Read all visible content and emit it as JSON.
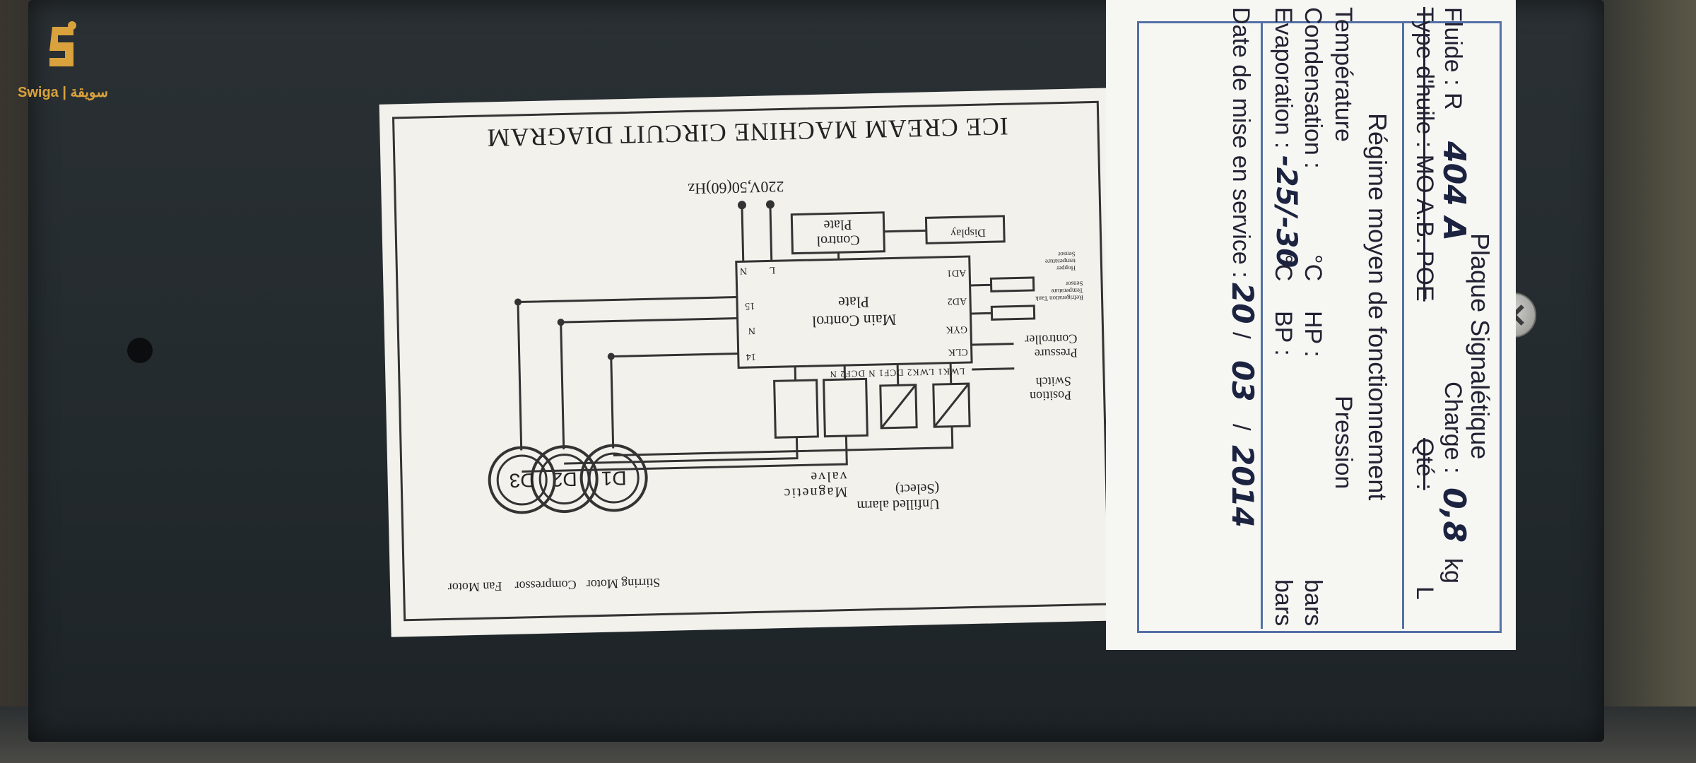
{
  "watermark": {
    "brand": "Swiga | سويقة",
    "color": "#d9a23c"
  },
  "diagram": {
    "title": "ICE CREAM MACHINE CIRCUIT DIAGRAM",
    "power": "220V,50(60)Hz",
    "display": "Display",
    "control_plate": "Control Plate",
    "main_control_plate": "Main Control Plate",
    "pins": {
      "ad1": "AD1",
      "ad2": "AD2",
      "gyk": "GYK",
      "clk": "CLK",
      "n15": "15",
      "n14": "14",
      "l": "L",
      "n": "N",
      "nn": "N"
    },
    "relay_labels": "LWK1   LWK2   DCF1  N   DCF2  N",
    "sensor_hopper": "Hopper temperature Sensor",
    "sensor_tank": "Refrigeration Tank Temperature Sensor",
    "pressure_controller": "Pressure Controller",
    "position_switch": "Position Switch",
    "magnetic_valve": "Magnetic valve",
    "unfilled_alarm": "Unfilled alarm (Select)",
    "motors": [
      {
        "id": "D1",
        "label": "Stirring Motor"
      },
      {
        "id": "D2",
        "label": "Compressor"
      },
      {
        "id": "D3",
        "label": "Fan Motor"
      }
    ]
  },
  "plaque": {
    "title": "Plaque Signalétique",
    "fluide_label": "Fluide : R",
    "fluide_value": "404 A",
    "charge_label": "Charge :",
    "charge_value": "0,8",
    "charge_unit": "kg",
    "huile_label": "Type d'huile : MO  A.B.  POE",
    "qte_label": "Qté :",
    "qte_unit": "L",
    "regime_title": "Régime moyen de fonctionnement",
    "temperature_header": "Température",
    "pression_header": "Pression",
    "condensation_label": "Condensation :",
    "condensation_unit": "°C",
    "hp_label": "HP :",
    "hp_unit": "bars",
    "evaporation_label": "Evaporation :",
    "evaporation_value": "-25/-30",
    "evaporation_unit": "°C",
    "bp_label": "BP :",
    "bp_unit": "bars",
    "date_label": "Date de mise en service :",
    "date_day": "20",
    "date_month": "03",
    "date_year": "2014"
  }
}
